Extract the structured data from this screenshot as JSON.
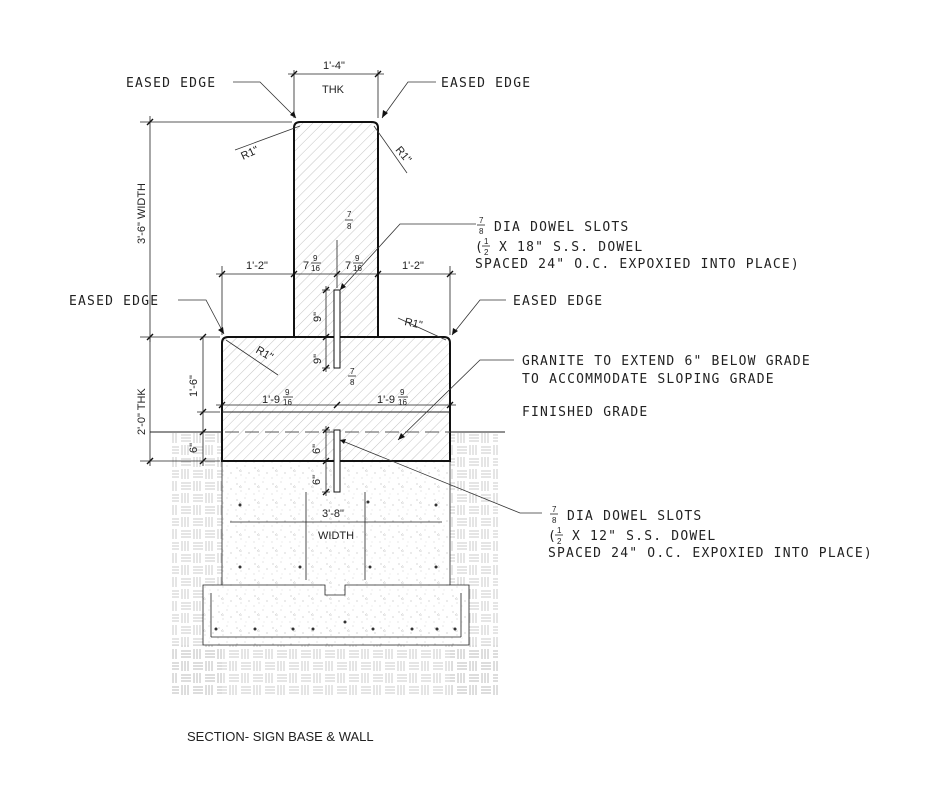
{
  "labels": {
    "eased_edge_top_left": "EASED EDGE",
    "eased_edge_top_right": "EASED EDGE",
    "eased_edge_mid_left": "EASED EDGE",
    "eased_edge_mid_right": "EASED EDGE",
    "dowel_upper_line1": "DIA DOWEL SLOTS",
    "dowel_upper_line2": "X 18\" S.S. DOWEL",
    "dowel_upper_line3": "SPACED 24\" O.C. EXPOXIED INTO PLACE)",
    "granite_line1": "GRANITE TO EXTEND 6\" BELOW GRADE",
    "granite_line2": "TO ACCOMMODATE SLOPING GRADE",
    "finished_grade": "FINISHED GRADE",
    "dowel_lower_line1": "DIA DOWEL SLOTS",
    "dowel_lower_line2": "X 12\" S.S. DOWEL",
    "dowel_lower_line3": "SPACED 24\" O.C. EXPOXIED INTO PLACE)",
    "title": "SECTION- SIGN BASE & WALL"
  },
  "dimensions": {
    "wall_thk_value": "1'-4\"",
    "wall_thk_label": "THK",
    "wall_width_vertical": "3'-6\" WIDTH",
    "radius_top_left": "R1\"",
    "radius_top_right": "R1\"",
    "radius_mid_right": "R1\"",
    "radius_mid_left": "R1\"",
    "offset_left": "1'-2\"",
    "offset_right": "1'-2\"",
    "half_left_whole": "7",
    "half_right_whole": "7",
    "half_num": "9",
    "half_den": "16",
    "slot_upper_num": "7",
    "slot_upper_den": "8",
    "slot_mid_num": "7",
    "slot_mid_den": "8",
    "slot_depth_upper": "9\"",
    "slot_depth_lower": "9\"",
    "base_thk_vertical": "2'-0\" THK",
    "base_upper_vertical": "1'-6\"",
    "base_lower_vertical": "6\"",
    "base_half_left_whole": "1'-9",
    "base_half_right_whole": "1'-9",
    "base_half_num": "9",
    "base_half_den": "16",
    "lower_slot_a": "6\"",
    "lower_slot_b": "6\"",
    "footing_width_value": "3'-8\"",
    "footing_width_label": "WIDTH",
    "dowel_frac_num": "7",
    "dowel_frac_den": "8",
    "dowel_paren_num": "1",
    "dowel_paren_den": "2"
  }
}
